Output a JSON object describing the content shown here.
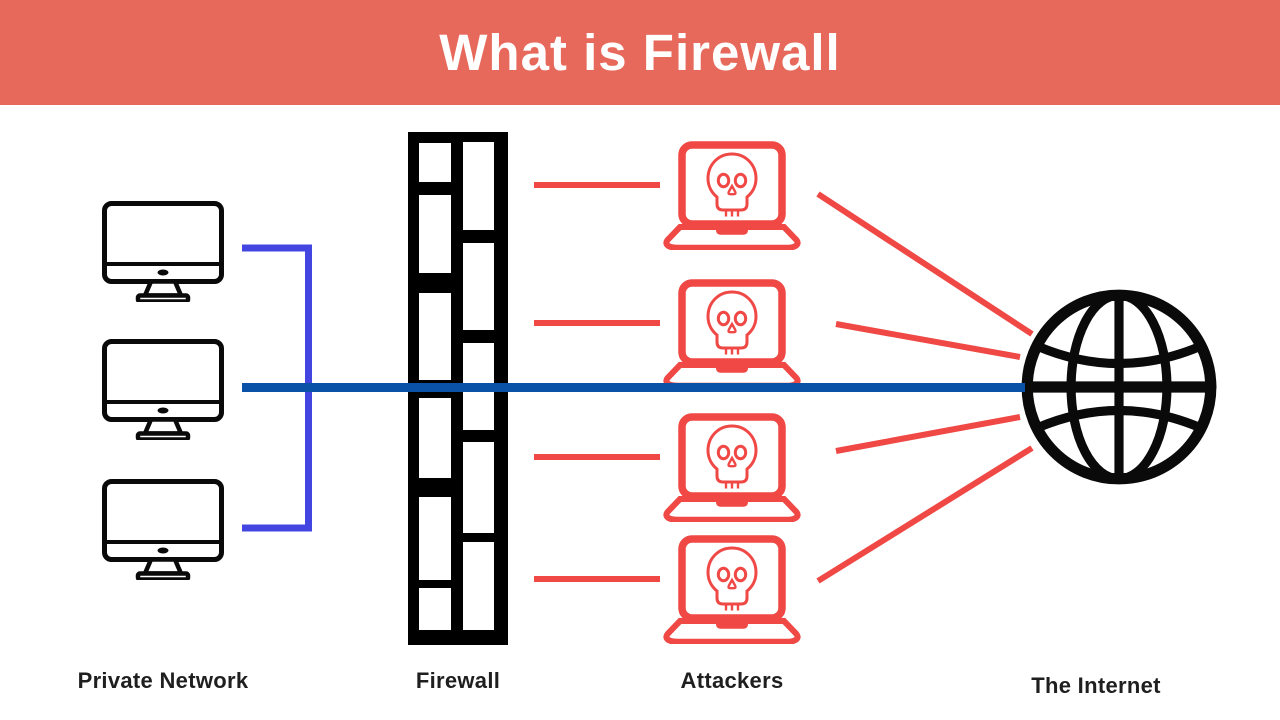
{
  "header": {
    "title": "What is Firewall"
  },
  "labels": {
    "private_network": "Private Network",
    "firewall": "Firewall",
    "attackers": "Attackers",
    "internet": "The Internet"
  },
  "colors": {
    "banner": "#e7695c",
    "attack-red": "#ef4845",
    "allowed-blue": "#0a51a8",
    "lan-blue": "#4345e0",
    "outline-black": "#0a0a0a",
    "label-text": "#1f1f1f",
    "background": "#ffffff"
  },
  "icons": {
    "private_computer": "desktop-monitor-icon",
    "firewall": "brick-wall-icon",
    "attacker": "laptop-skull-icon",
    "internet": "globe-icon"
  },
  "diagram": {
    "private_computer_count": 3,
    "attacker_count": 4,
    "blocked_connection_count": 4,
    "allowed_connection_count": 1
  }
}
